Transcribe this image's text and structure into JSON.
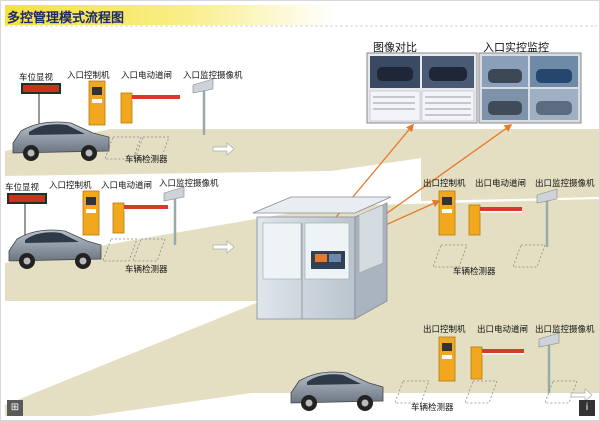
{
  "title": "多控管理模式流程图",
  "panels": {
    "compare": "图像对比",
    "entry_monitor": "入口实控监控"
  },
  "entry1": {
    "display": "车位显视",
    "controller": "入口控制机",
    "barrier": "入口电动道闸",
    "camera": "入口监控摄像机",
    "detector": "车辆检测器"
  },
  "entry2": {
    "display": "车位显视",
    "controller": "入口控制机",
    "barrier": "入口电动道闸",
    "camera": "入口监控摄像机",
    "detector": "车辆检测器"
  },
  "exit1": {
    "controller": "出口控制机",
    "barrier": "出口电动道闸",
    "camera": "出口监控摄像机",
    "detector": "车辆检测器"
  },
  "exit2": {
    "controller": "出口控制机",
    "barrier": "出口电动道闸",
    "camera": "出口监控摄像机",
    "detector": "车辆检测器"
  },
  "controls": {
    "zoom_icon": "⊞",
    "info_icon": "i"
  },
  "colors": {
    "road": "#e4dfc2",
    "title_bar": "#f6e23a",
    "controller": "#f2a81e",
    "barrier_arm": "#d83a2a",
    "arrow": "#e8782a"
  }
}
